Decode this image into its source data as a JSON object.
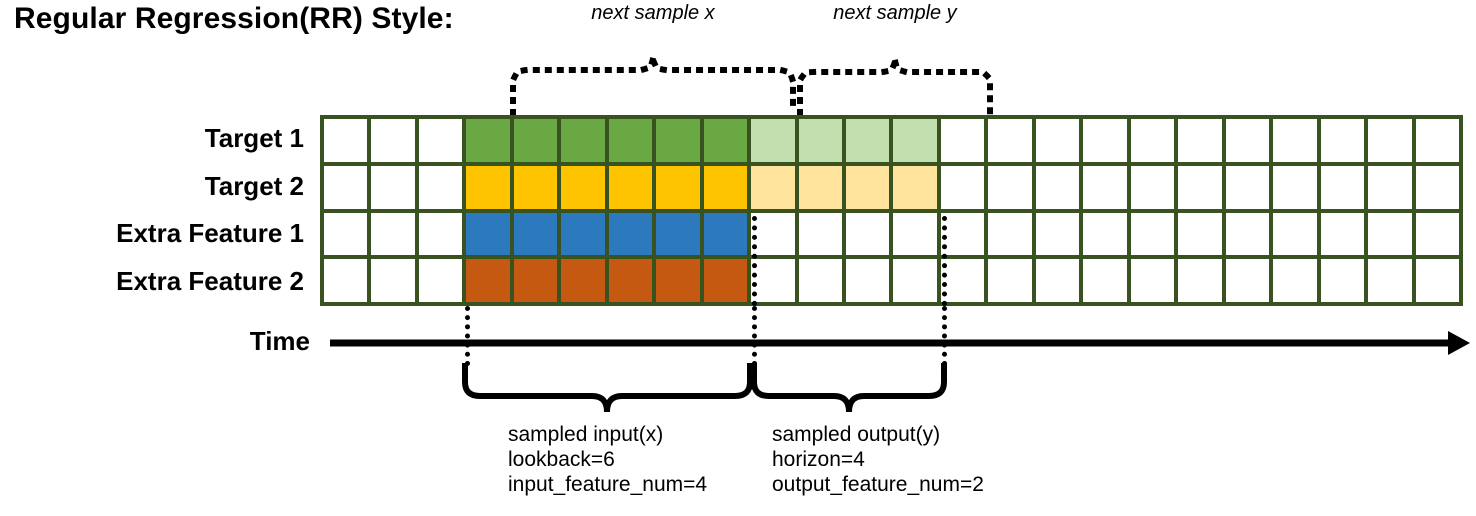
{
  "title": "Regular Regression(RR) Style:",
  "top_captions": {
    "next_sample_x": "next sample x",
    "next_sample_y": "next sample y"
  },
  "rows": [
    {
      "label": "Target 1",
      "key": "target-1"
    },
    {
      "label": "Target 2",
      "key": "target-2"
    },
    {
      "label": "Extra Feature 1",
      "key": "extra-feature-1"
    },
    {
      "label": "Extra Feature 2",
      "key": "extra-feature-2"
    }
  ],
  "axis": {
    "time_label": "Time"
  },
  "grid": {
    "columns": 24,
    "rows": 4,
    "lookback_start_col": 4,
    "lookback_end_col": 9,
    "horizon_start_col": 10,
    "horizon_end_col": 13,
    "border_color": "#38531f",
    "cell_colors": {
      "empty": "#ffffff",
      "green": "#6aa844",
      "green_light": "#c3dfb0",
      "yellow": "#ffc400",
      "yellow_light": "#ffe49e",
      "blue": "#2c79bd",
      "orange": "#c65911"
    },
    "cells": [
      [
        "empty",
        "empty",
        "empty",
        "green",
        "green",
        "green",
        "green",
        "green",
        "green",
        "green_light",
        "green_light",
        "green_light",
        "green_light",
        "empty",
        "empty",
        "empty",
        "empty",
        "empty",
        "empty",
        "empty",
        "empty",
        "empty",
        "empty",
        "empty"
      ],
      [
        "empty",
        "empty",
        "empty",
        "yellow",
        "yellow",
        "yellow",
        "yellow",
        "yellow",
        "yellow",
        "yellow_light",
        "yellow_light",
        "yellow_light",
        "yellow_light",
        "empty",
        "empty",
        "empty",
        "empty",
        "empty",
        "empty",
        "empty",
        "empty",
        "empty",
        "empty",
        "empty"
      ],
      [
        "empty",
        "empty",
        "empty",
        "blue",
        "blue",
        "blue",
        "blue",
        "blue",
        "blue",
        "empty",
        "empty",
        "empty",
        "empty",
        "empty",
        "empty",
        "empty",
        "empty",
        "empty",
        "empty",
        "empty",
        "empty",
        "empty",
        "empty",
        "empty"
      ],
      [
        "empty",
        "empty",
        "empty",
        "orange",
        "orange",
        "orange",
        "orange",
        "orange",
        "orange",
        "empty",
        "empty",
        "empty",
        "empty",
        "empty",
        "empty",
        "empty",
        "empty",
        "empty",
        "empty",
        "empty",
        "empty",
        "empty",
        "empty",
        "empty"
      ]
    ]
  },
  "bottom_captions": {
    "input": {
      "line1": "sampled input(x)",
      "line2": "lookback=6",
      "line3": "input_feature_num=4"
    },
    "output": {
      "line1": "sampled output(y)",
      "line2": "horizon=4",
      "line3": "output_feature_num=2"
    }
  }
}
